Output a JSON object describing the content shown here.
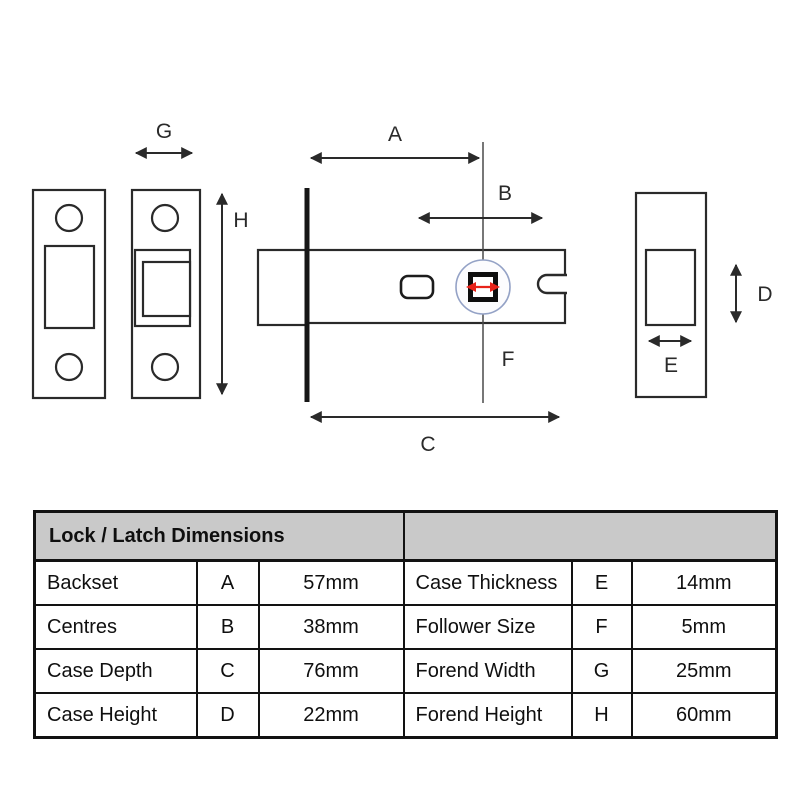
{
  "diagram": {
    "dimension_labels": {
      "backset": "A",
      "centres": "B",
      "case_depth": "C",
      "case_height": "D",
      "case_thickness": "E",
      "follower_size": "F",
      "forend_width": "G",
      "forend_height": "H"
    },
    "colors": {
      "line_color": "#2a2a2a",
      "red_accent": "#e8231a",
      "follower_circle_stroke": "#94a2c6",
      "table_header_bg": "#c9c9c9"
    }
  },
  "table": {
    "title": "Lock / Latch Dimensions",
    "rows": [
      {
        "label": "Backset",
        "key": "A",
        "value": "57mm",
        "label2": "Case Thickness",
        "key2": "E",
        "value2": "14mm"
      },
      {
        "label": "Centres",
        "key": "B",
        "value": "38mm",
        "label2": "Follower Size",
        "key2": "F",
        "value2": "5mm"
      },
      {
        "label": "Case Depth",
        "key": "C",
        "value": "76mm",
        "label2": "Forend Width",
        "key2": "G",
        "value2": "25mm"
      },
      {
        "label": "Case Height",
        "key": "D",
        "value": "22mm",
        "label2": "Forend Height",
        "key2": "H",
        "value2": "60mm"
      }
    ]
  }
}
